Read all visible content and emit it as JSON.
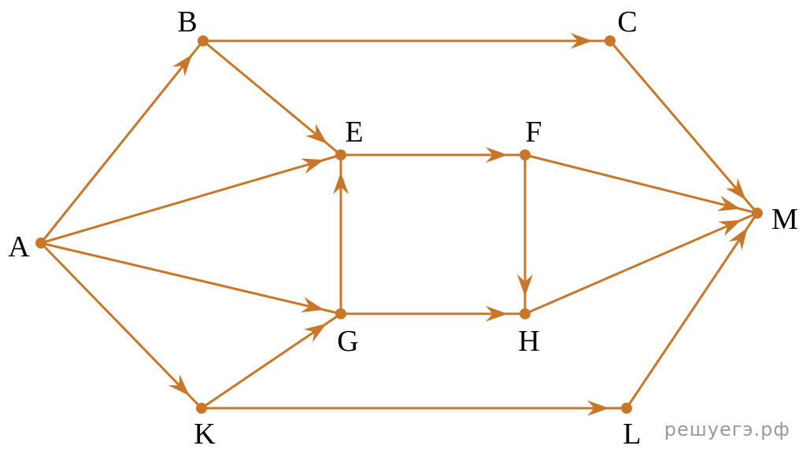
{
  "diagram": {
    "type": "directed-graph",
    "edge_color": "#c8772a",
    "node_color": "#c8772a",
    "label_color": "#000000",
    "nodes": [
      {
        "id": "A",
        "label": "A"
      },
      {
        "id": "B",
        "label": "B"
      },
      {
        "id": "C",
        "label": "C"
      },
      {
        "id": "E",
        "label": "E"
      },
      {
        "id": "F",
        "label": "F"
      },
      {
        "id": "G",
        "label": "G"
      },
      {
        "id": "H",
        "label": "H"
      },
      {
        "id": "K",
        "label": "K"
      },
      {
        "id": "L",
        "label": "L"
      },
      {
        "id": "M",
        "label": "M"
      }
    ],
    "edges": [
      {
        "from": "A",
        "to": "B"
      },
      {
        "from": "A",
        "to": "E"
      },
      {
        "from": "A",
        "to": "G"
      },
      {
        "from": "A",
        "to": "K"
      },
      {
        "from": "B",
        "to": "C"
      },
      {
        "from": "B",
        "to": "E"
      },
      {
        "from": "C",
        "to": "M"
      },
      {
        "from": "E",
        "to": "F"
      },
      {
        "from": "G",
        "to": "E"
      },
      {
        "from": "G",
        "to": "H"
      },
      {
        "from": "F",
        "to": "H"
      },
      {
        "from": "F",
        "to": "M"
      },
      {
        "from": "H",
        "to": "M"
      },
      {
        "from": "K",
        "to": "G"
      },
      {
        "from": "K",
        "to": "L"
      },
      {
        "from": "L",
        "to": "M"
      }
    ]
  },
  "watermark": {
    "text": "решуегэ.рф"
  }
}
